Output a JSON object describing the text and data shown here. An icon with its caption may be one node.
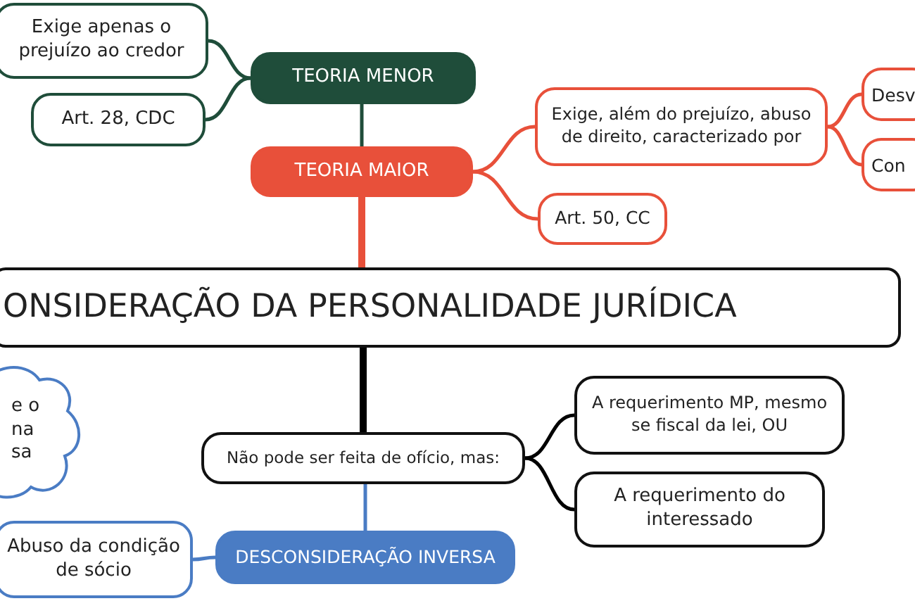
{
  "diagram": {
    "nodes": [
      {
        "text": [
          "Exige apenas o prejuízo ao credor"
        ]
      },
      {
        "text": [
          "TEORIA MENOR"
        ]
      },
      {
        "text": [
          "Art. 28, CDC"
        ]
      },
      {
        "text": [
          "TEORIA MAIOR"
        ]
      },
      {
        "text": [
          "Exige, além do prejuízo, abuso de direito, caracterizado por"
        ]
      },
      {
        "text": [
          "Desv"
        ]
      },
      {
        "text": [
          "Con"
        ]
      },
      {
        "text": [
          "Art. 50, CC"
        ]
      },
      {
        "text": [
          "ONSIDERAÇÃO DA PERSONALIDADE JURÍDICA"
        ]
      },
      {
        "text": [
          "e o na sa"
        ]
      },
      {
        "text": [
          "Não pode ser feita de ofício, mas:"
        ]
      },
      {
        "text": [
          "A requerimento MP, mesmo se fiscal da lei, OU"
        ]
      },
      {
        "text": [
          "A requerimento do interessado"
        ]
      },
      {
        "text": [
          "Abuso da condição de sócio"
        ]
      },
      {
        "text": [
          "DESCONSIDERAÇÃO INVERSA"
        ]
      }
    ],
    "edges": [
      {
        "from": 1,
        "to": 0,
        "arrow": "none",
        "color": "#1f4d3a"
      },
      {
        "from": 1,
        "to": 2,
        "arrow": "none",
        "color": "#1f4d3a"
      },
      {
        "from": 1,
        "to": 3,
        "arrow": "none",
        "color": "#1f4d3a"
      },
      {
        "from": 3,
        "to": 8,
        "arrow": "none",
        "style": "thick",
        "color": "#e8503a"
      },
      {
        "from": 3,
        "to": 4,
        "arrow": "none",
        "color": "#e8503a"
      },
      {
        "from": 3,
        "to": 7,
        "arrow": "none",
        "color": "#e8503a"
      },
      {
        "from": 4,
        "to": 5,
        "arrow": "none",
        "color": "#e8503a"
      },
      {
        "from": 4,
        "to": 6,
        "arrow": "none",
        "color": "#e8503a"
      },
      {
        "from": 8,
        "to": 10,
        "arrow": "none",
        "style": "thick",
        "color": "#000000"
      },
      {
        "from": 10,
        "to": 11,
        "arrow": "none",
        "color": "#000000"
      },
      {
        "from": 10,
        "to": 12,
        "arrow": "none",
        "color": "#000000"
      },
      {
        "from": 10,
        "to": 14,
        "arrow": "none",
        "color": "#4a7cc4"
      },
      {
        "from": 14,
        "to": 13,
        "arrow": "none",
        "color": "#4a7cc4"
      }
    ]
  }
}
